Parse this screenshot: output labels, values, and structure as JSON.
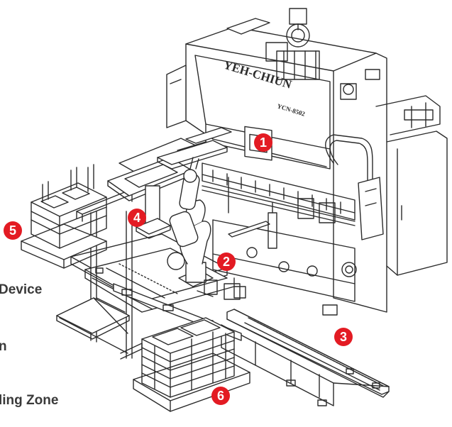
{
  "colors": {
    "line": "#2b2b2b",
    "callout": "#e31b23",
    "label": "#3a3a3a"
  },
  "machine": {
    "brand": "YEH-CHIUN",
    "model": "YCN-8502"
  },
  "side_labels": [
    "Device",
    "n",
    "ling Zone"
  ],
  "callouts": [
    "1",
    "2",
    "3",
    "4",
    "5",
    "6"
  ]
}
